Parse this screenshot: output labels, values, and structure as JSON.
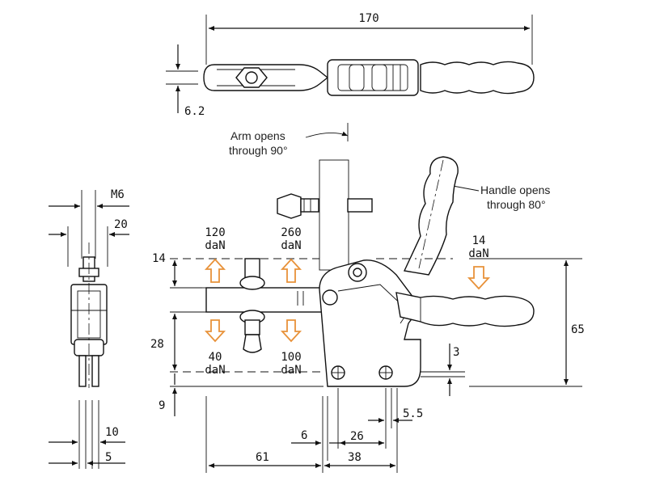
{
  "dimensions": {
    "overall_length": "170",
    "handle_thickness": "6.2",
    "thread": "M6",
    "spindle_width": "20",
    "upper_height": "14",
    "lower_height": "28",
    "base_offset": "9",
    "total_height": "65",
    "slot_height": "3",
    "slot_width": "5.5",
    "hole_spacing": "26",
    "base_offset_small": "6",
    "reach": "61",
    "base_length": "38",
    "side_width": "10",
    "side_small": "5",
    "handle_force_value": "14"
  },
  "forces": {
    "up_left": {
      "value": "120",
      "unit": "daN"
    },
    "up_right": {
      "value": "260",
      "unit": "daN"
    },
    "down_left": {
      "value": "40",
      "unit": "daN"
    },
    "down_right": {
      "value": "100",
      "unit": "daN"
    },
    "handle": {
      "value": "14",
      "unit": "daN"
    }
  },
  "notes": {
    "arm_line1": "Arm opens",
    "arm_line2": "through 90°",
    "handle_line1": "Handle opens",
    "handle_line2": "through 80°"
  },
  "colors": {
    "force_arrow": "#e8923a",
    "line": "#111111"
  }
}
